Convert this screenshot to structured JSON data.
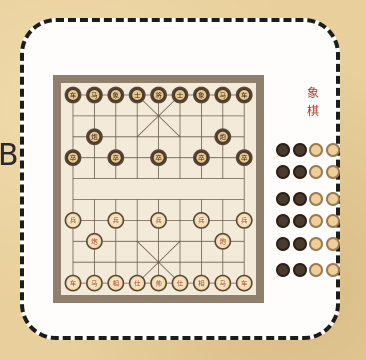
{
  "game": {
    "side_title": [
      "象",
      "棋"
    ],
    "board": {
      "files": 9,
      "ranks": 10
    },
    "pieces": [
      {
        "c": 0,
        "r": 0,
        "t": "车",
        "side": "black"
      },
      {
        "c": 1,
        "r": 0,
        "t": "马",
        "side": "black"
      },
      {
        "c": 2,
        "r": 0,
        "t": "象",
        "side": "black"
      },
      {
        "c": 3,
        "r": 0,
        "t": "士",
        "side": "black"
      },
      {
        "c": 4,
        "r": 0,
        "t": "将",
        "side": "black"
      },
      {
        "c": 5,
        "r": 0,
        "t": "士",
        "side": "black"
      },
      {
        "c": 6,
        "r": 0,
        "t": "象",
        "side": "black"
      },
      {
        "c": 7,
        "r": 0,
        "t": "马",
        "side": "black"
      },
      {
        "c": 8,
        "r": 0,
        "t": "车",
        "side": "black"
      },
      {
        "c": 1,
        "r": 2,
        "t": "炮",
        "side": "black"
      },
      {
        "c": 7,
        "r": 2,
        "t": "炮",
        "side": "black"
      },
      {
        "c": 0,
        "r": 3,
        "t": "卒",
        "side": "black"
      },
      {
        "c": 2,
        "r": 3,
        "t": "卒",
        "side": "black"
      },
      {
        "c": 4,
        "r": 3,
        "t": "卒",
        "side": "black"
      },
      {
        "c": 6,
        "r": 3,
        "t": "卒",
        "side": "black"
      },
      {
        "c": 8,
        "r": 3,
        "t": "卒",
        "side": "black"
      },
      {
        "c": 0,
        "r": 6,
        "t": "兵",
        "side": "red"
      },
      {
        "c": 2,
        "r": 6,
        "t": "兵",
        "side": "red"
      },
      {
        "c": 4,
        "r": 6,
        "t": "兵",
        "side": "red"
      },
      {
        "c": 6,
        "r": 6,
        "t": "兵",
        "side": "red"
      },
      {
        "c": 8,
        "r": 6,
        "t": "兵",
        "side": "red"
      },
      {
        "c": 1,
        "r": 7,
        "t": "炮",
        "side": "red"
      },
      {
        "c": 7,
        "r": 7,
        "t": "炮",
        "side": "red"
      },
      {
        "c": 0,
        "r": 9,
        "t": "车",
        "side": "red"
      },
      {
        "c": 1,
        "r": 9,
        "t": "马",
        "side": "red"
      },
      {
        "c": 2,
        "r": 9,
        "t": "相",
        "side": "red"
      },
      {
        "c": 3,
        "r": 9,
        "t": "仕",
        "side": "red"
      },
      {
        "c": 4,
        "r": 9,
        "t": "帅",
        "side": "red"
      },
      {
        "c": 5,
        "r": 9,
        "t": "仕",
        "side": "red"
      },
      {
        "c": 6,
        "r": 9,
        "t": "相",
        "side": "red"
      },
      {
        "c": 7,
        "r": 9,
        "t": "马",
        "side": "red"
      },
      {
        "c": 8,
        "r": 9,
        "t": "车",
        "side": "red"
      }
    ],
    "tray_rows": [
      [
        "dark",
        "dark",
        "light",
        "light"
      ],
      [
        "dark",
        "dark",
        "light",
        "light"
      ],
      [
        "dark",
        "dark",
        "light",
        "light"
      ],
      [
        "dark",
        "dark",
        "light",
        "light"
      ],
      [
        "dark",
        "dark",
        "light",
        "light"
      ],
      [
        "dark",
        "dark",
        "light",
        "light"
      ]
    ]
  },
  "colors": {
    "frame_border": "#1c1c1c",
    "board_edge": "#8f7f6c",
    "board_face": "#f4ead9",
    "grid_line": "#6b5d4d",
    "piece_fill": "#f0dcb0",
    "piece_ring": "#5a4634",
    "red_text": "#b23a2a",
    "black_text": "#2e2318"
  }
}
